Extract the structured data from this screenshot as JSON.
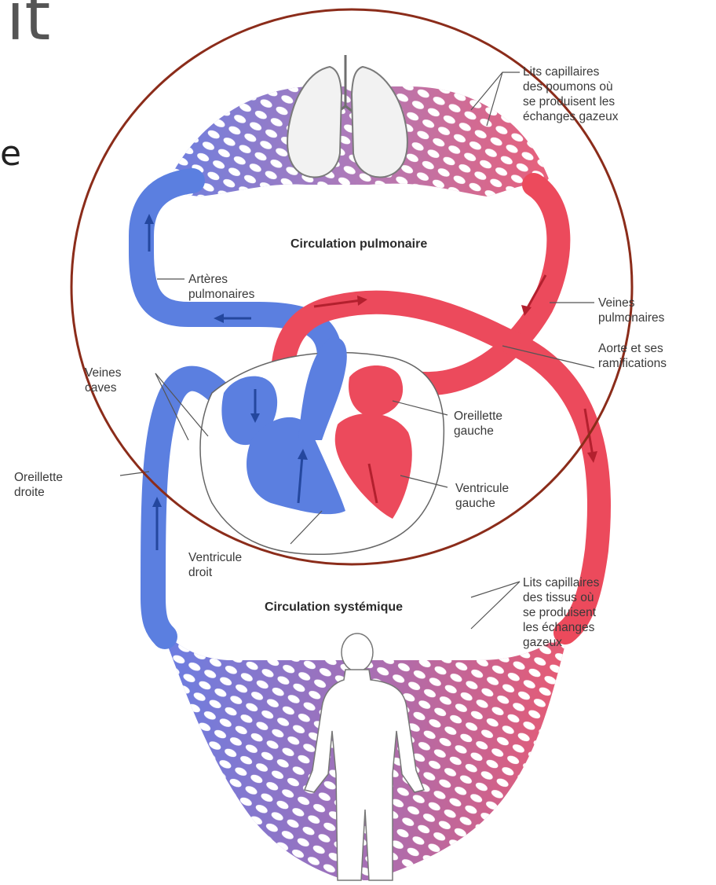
{
  "slide_fragments": {
    "title_fragment": "it",
    "side_fragment": "e"
  },
  "headings": {
    "pulmonary": "Circulation pulmonaire",
    "systemic": "Circulation systémique"
  },
  "labels": {
    "lung_capillaries": "Lits capillaires\ndes poumons où\nse produisent les\néchanges gazeux",
    "pulmonary_arteries": "Artères\npulmonaires",
    "pulmonary_veins": "Veines\npulmonaires",
    "aorta": "Aorte et ses\nramifications",
    "venae_cavae": "Veines\ncaves",
    "left_atrium": "Oreillette\ngauche",
    "right_atrium": "Oreillette\ndroite",
    "left_ventricle": "Ventricule\ngauche",
    "right_ventricle": "Ventricule\ndroit",
    "tissue_capillaries": "Lits capillaires\ndes tissus où\nse produisent\nles échanges\ngazeux"
  },
  "colors": {
    "deoxygenated": "#5b7fe0",
    "oxygenated": "#ec4a5c",
    "capillary_mix": "#a774b8",
    "highlight_circle": "#8b2c1a",
    "arrow_blue": "#24479e",
    "arrow_red": "#b3202e"
  }
}
